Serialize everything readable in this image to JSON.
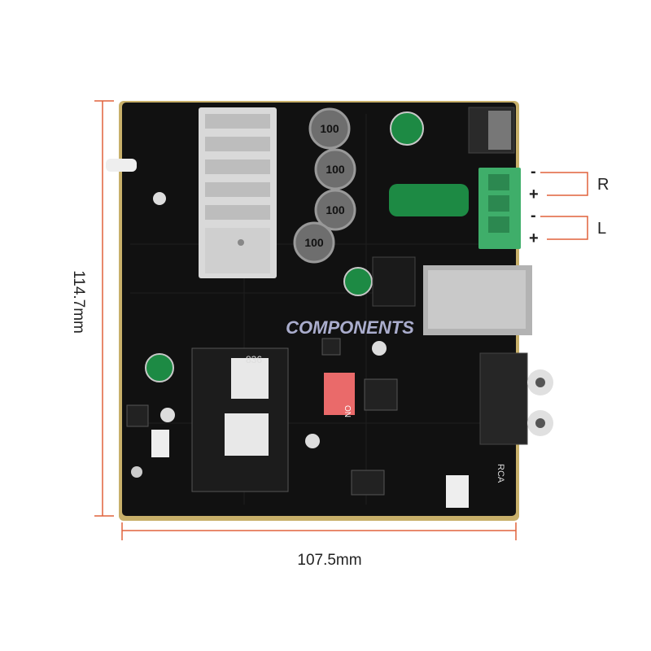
{
  "dimensions": {
    "height_label": "114.7mm",
    "width_label": "107.5mm"
  },
  "speaker_terminal": {
    "right_label": "R",
    "left_label": "L",
    "r_minus": "-",
    "r_plus": "+",
    "l_minus": "-",
    "l_plus": "+"
  },
  "watermark": "COMPONENTS",
  "silkscreen": {
    "inductor_label": "100",
    "chip_label_1": "836",
    "switch_label": "ON",
    "rca_label": "RCA"
  },
  "colors": {
    "board": "#111111",
    "board_edge": "#c8b06a",
    "dimension_line": "#e0623c",
    "terminal_green": "#3fae6a",
    "capacitor_green": "#1d8a44",
    "heatsink": "#d9d9d9"
  }
}
